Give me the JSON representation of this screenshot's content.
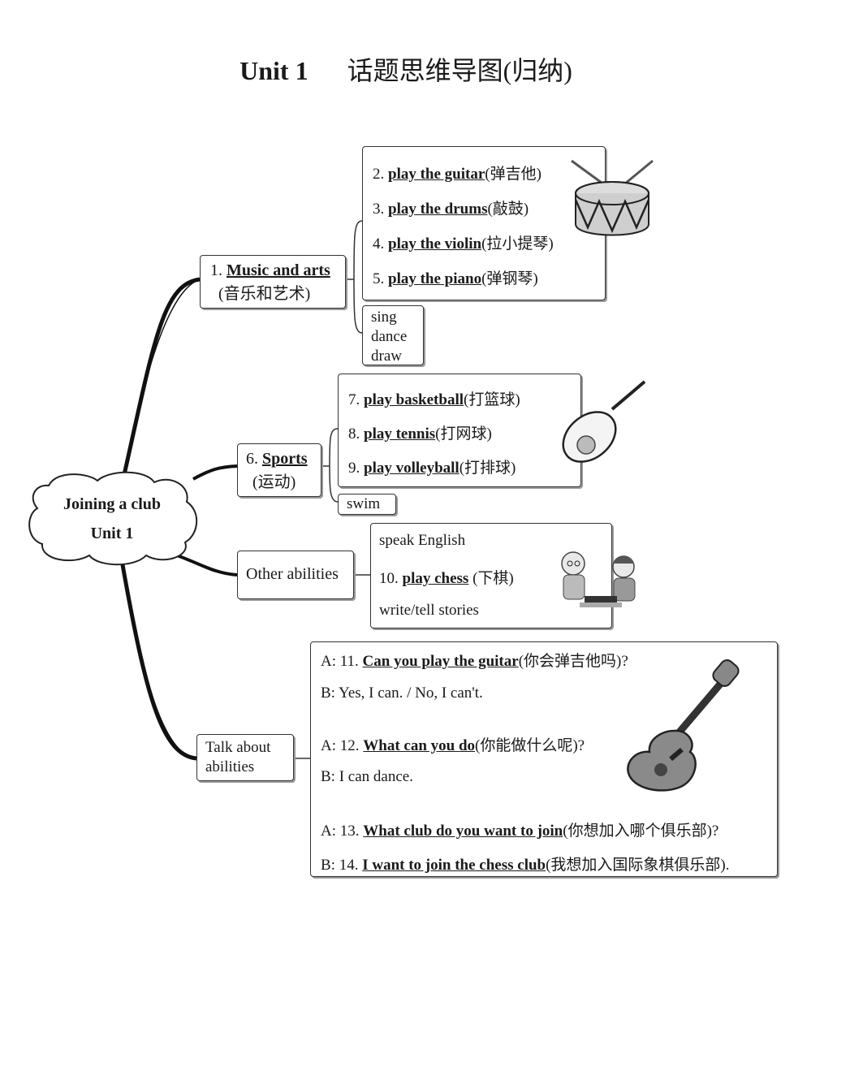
{
  "title": {
    "unit": "Unit 1",
    "topic": "话题思维导图(归纳)"
  },
  "center": {
    "line1": "Joining a club",
    "line2": "Unit 1"
  },
  "music": {
    "num": "1.",
    "ans": "Music and arts",
    "zh": "(音乐和艺术)",
    "items": [
      {
        "num": "2.",
        "ans": "play the guitar",
        "zh": "(弹吉他)"
      },
      {
        "num": "3.",
        "ans": "play the drums",
        "zh": "(敲鼓)"
      },
      {
        "num": "4.",
        "ans": "play the violin",
        "zh": "(拉小提琴)"
      },
      {
        "num": "5.",
        "ans": "play the piano",
        "zh": "(弹钢琴)"
      }
    ],
    "extra": [
      "sing",
      "dance",
      "draw"
    ]
  },
  "sports": {
    "num": "6.",
    "ans": "Sports",
    "zh": "(运动)",
    "items": [
      {
        "num": "7.",
        "ans": "play basketball",
        "zh": "(打篮球)"
      },
      {
        "num": "8.",
        "ans": "play tennis",
        "zh": "(打网球)"
      },
      {
        "num": "9.",
        "ans": "play volleyball",
        "zh": "(打排球)"
      }
    ],
    "extra": "swim"
  },
  "other": {
    "label": "Other abilities",
    "items": {
      "a": "speak English",
      "b_num": "10.",
      "b_ans": "play chess",
      "b_zh": "(下棋)",
      "c": "write/tell stories"
    }
  },
  "talk": {
    "label1": "Talk about",
    "label2": "abilities",
    "dialogue": [
      {
        "pre": "A: 11.",
        "ans": "Can you play the guitar",
        "zh": "(你会弹吉他吗)?"
      },
      {
        "pre": "B: Yes, I can. / No, I can't.",
        "ans": "",
        "zh": ""
      },
      {
        "pre": "A: 12.",
        "ans": "What can you do",
        "zh": "(你能做什么呢)?"
      },
      {
        "pre": "B: I can dance.",
        "ans": "",
        "zh": ""
      },
      {
        "pre": "A: 13.",
        "ans": "What club do you want to join",
        "zh": "(你想加入哪个俱乐部)?"
      },
      {
        "pre": "B: 14.",
        "ans": "I want to join the chess club",
        "zh": "(我想加入国际象棋俱乐部)."
      }
    ]
  },
  "icons": [
    "drum-icon",
    "tennis-racket-icon",
    "chess-kids-icon",
    "guitar-icon"
  ]
}
